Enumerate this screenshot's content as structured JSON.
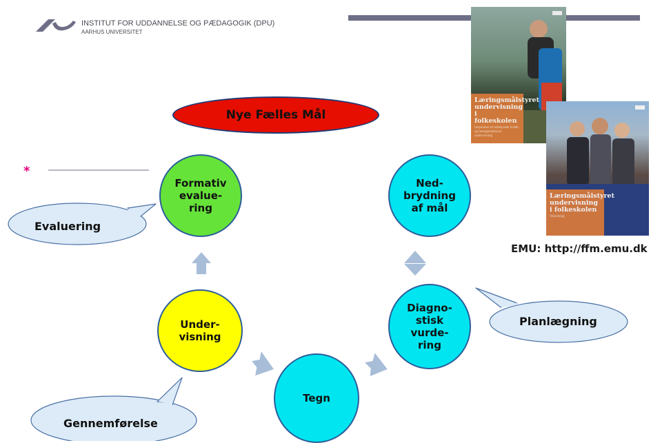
{
  "header": {
    "institute": "INSTITUT FOR UDDANNELSE OG PÆDAGOGIK (DPU)",
    "university": "AARHUS UNIVERSITET",
    "logo_icon": "au-logo-icon"
  },
  "covers": [
    {
      "title": "Læringsmålstyret undervisning i folkeskolen",
      "subtitle": "Inspiration til målstyrede forløb og læringsmålstyret undervisning"
    },
    {
      "title": "Læringsmålstyret undervisning i folkeskolen",
      "subtitle": "Vejledning"
    }
  ],
  "emu_label": "EMU: http://ffm.emu.dk",
  "diagram": {
    "top_label": "Nye Fælles Mål",
    "nodes": {
      "formativ": "Formativ\nevalue-\nring",
      "nedbrydning": "Ned-\nbrydning\naf mål",
      "diagnostisk": "Diagno-\nstisk\nvurde-\nring",
      "tegn": "Tegn",
      "undervisning": "Under-\nvisning"
    },
    "callouts": {
      "evaluering": "Evaluering",
      "planlaegning": "Planlægning",
      "gennemforelse": "Gennemførelse"
    },
    "marker": "*",
    "colors": {
      "green": "#66e339",
      "cyan": "#00e5ef",
      "yellow": "#ffff00",
      "red": "#e50e00",
      "callout": "#dcebf7",
      "arrow": "#a8bdd8"
    }
  }
}
